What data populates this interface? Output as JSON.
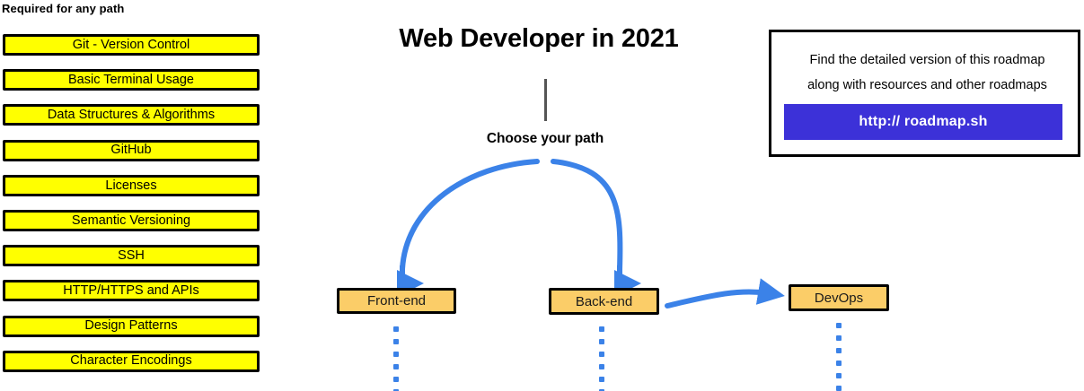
{
  "page": {
    "title": "Web Developer in 2021",
    "background": "#ffffff"
  },
  "colors": {
    "required_fill": "#FFFF00",
    "path_fill": "#FBCD68",
    "arrow_blue": "#3B82E8",
    "button_indigo": "#3C31D8",
    "outline": "#000000",
    "trunk_gray": "#555555"
  },
  "required_section": {
    "heading": "Required for any path",
    "items": [
      {
        "label": "Git - Version Control"
      },
      {
        "label": "Basic Terminal Usage"
      },
      {
        "label": "Data Structures & Algorithms"
      },
      {
        "label": "GitHub"
      },
      {
        "label": "Licenses"
      },
      {
        "label": "Semantic Versioning"
      },
      {
        "label": "SSH"
      },
      {
        "label": "HTTP/HTTPS and APIs"
      },
      {
        "label": "Design Patterns"
      },
      {
        "label": "Character Encodings"
      }
    ]
  },
  "flow": {
    "choose_label": "Choose your path",
    "nodes": [
      {
        "id": "frontend",
        "label": "Front-end"
      },
      {
        "id": "backend",
        "label": "Back-end"
      },
      {
        "id": "devops",
        "label": "DevOps"
      }
    ]
  },
  "roadmap_panel": {
    "line1": "Find the detailed version of this roadmap",
    "line2": "along with resources and other roadmaps",
    "button_label": "http:// roadmap.sh"
  }
}
